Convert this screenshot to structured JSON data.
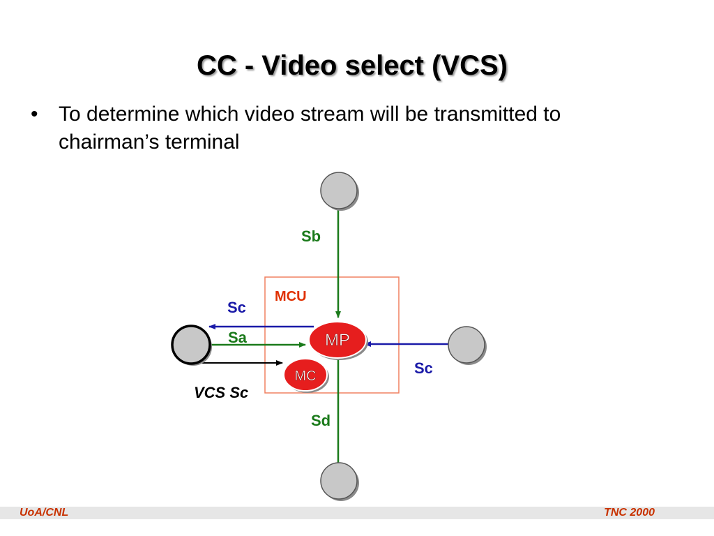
{
  "slide": {
    "title": "CC - Video select (VCS)",
    "bullet": "To determine which  video stream will be transmitted to chairman’s terminal"
  },
  "diagram": {
    "mcu_label": "MCU",
    "mp_label": "MP",
    "mc_label": "MC",
    "arrows": {
      "sb": "Sb",
      "sd": "Sd",
      "sa": "Sa",
      "sc_left": "Sc",
      "sc_right": "Sc",
      "vcs": "VCS Sc"
    },
    "colors": {
      "green_stream": "#1a7a1a",
      "blue_stream": "#1a1aa8",
      "mcu_label": "#e03000",
      "mcu_border": "#f08060",
      "node_fill": "#c8c8c8",
      "mp_mc_fill": "#e61e1e"
    }
  },
  "footer": {
    "left": "UoA/CNL",
    "right": "TNC 2000"
  }
}
